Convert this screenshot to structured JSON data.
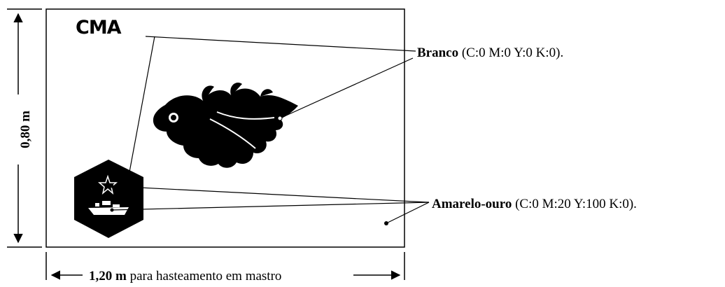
{
  "flag": {
    "logo_text": "CMA",
    "height_label": "0,80 m",
    "width_label_value": "1,20 m",
    "width_label_rest": "para hasteamento em mastro"
  },
  "legend": {
    "white": {
      "name": "Branco",
      "code": "(C:0 M:0 Y:0 K:0)."
    },
    "gold": {
      "name": "Amarelo-ouro",
      "code": "(C:0 M:20 Y:100 K:0)."
    }
  },
  "colors": {
    "line": "#000000",
    "background": "#ffffff"
  }
}
